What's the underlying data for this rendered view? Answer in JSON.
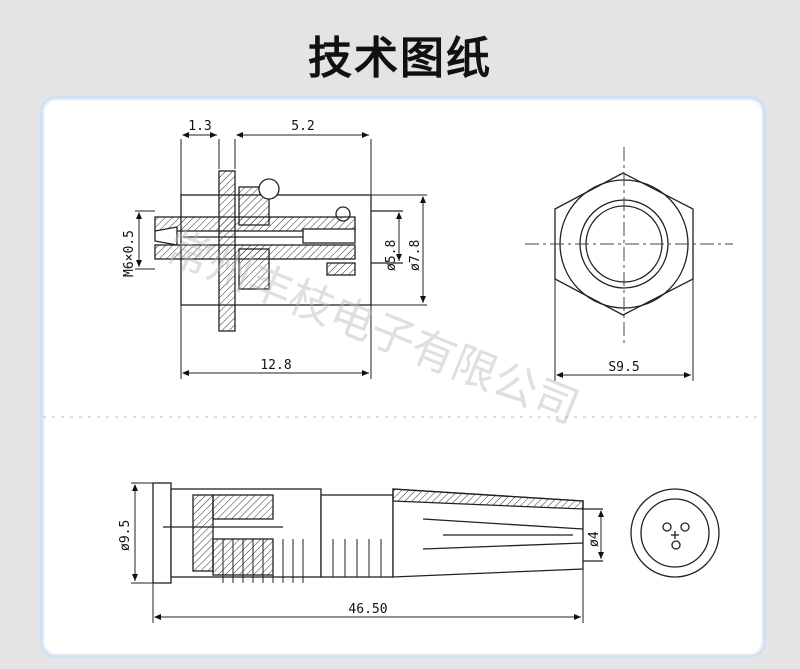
{
  "page": {
    "title": "技术图纸"
  },
  "drawing": {
    "top_left": {
      "dim_top_left": "1.3",
      "dim_top_right": "5.2",
      "dim_thread": "M6×0.5",
      "dim_inner_dia": "ø5.8",
      "dim_outer_dia": "ø7.8",
      "dim_length": "12.8"
    },
    "top_right": {
      "dim_hex": "S9.5"
    },
    "bottom": {
      "dim_dia": "ø9.5",
      "dim_tail_dia": "ø4",
      "dim_total_length": "46.50"
    },
    "watermark": "常州丰枝电子有限公司"
  },
  "colors": {
    "line": "#222222",
    "dashed": "#444444",
    "panel_border": "#cfe1f2"
  }
}
